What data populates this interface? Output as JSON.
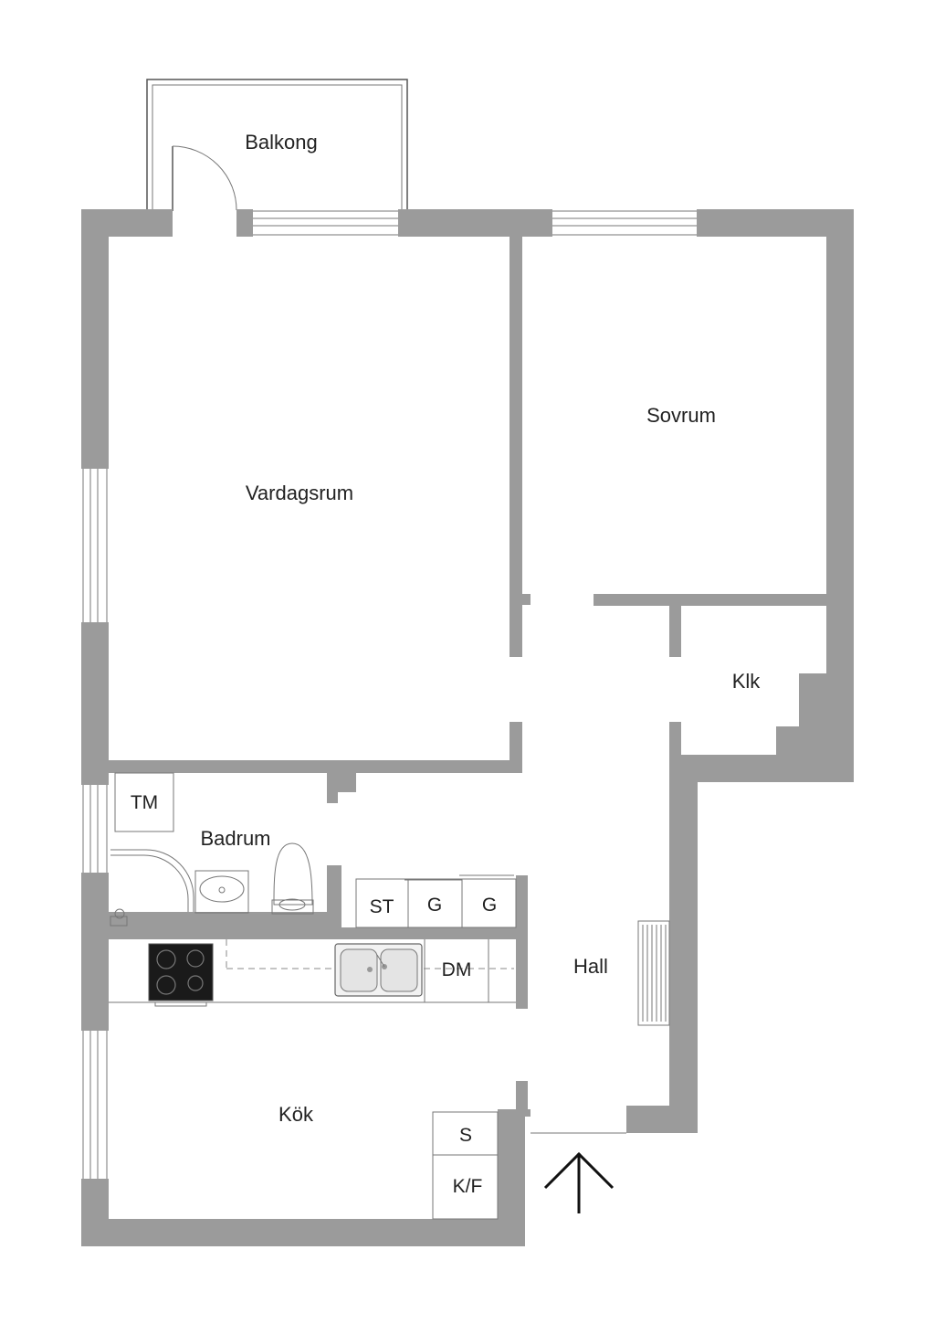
{
  "rooms": {
    "balcony": "Balkong",
    "living_room": "Vardagsrum",
    "bedroom": "Sovrum",
    "closet": "Klk",
    "bathroom": "Badrum",
    "hall": "Hall",
    "kitchen": "Kök"
  },
  "fixtures": {
    "washing_machine": "TM",
    "drying_cabinet": "ST",
    "wardrobe_1": "G",
    "wardrobe_2": "G",
    "dishwasher": "DM",
    "pantry": "S",
    "fridge_freezer": "K/F"
  },
  "colors": {
    "wall": "#9b9b9b",
    "stove": "#1a1a1a"
  },
  "icons": [
    "entrance-arrow-icon"
  ]
}
